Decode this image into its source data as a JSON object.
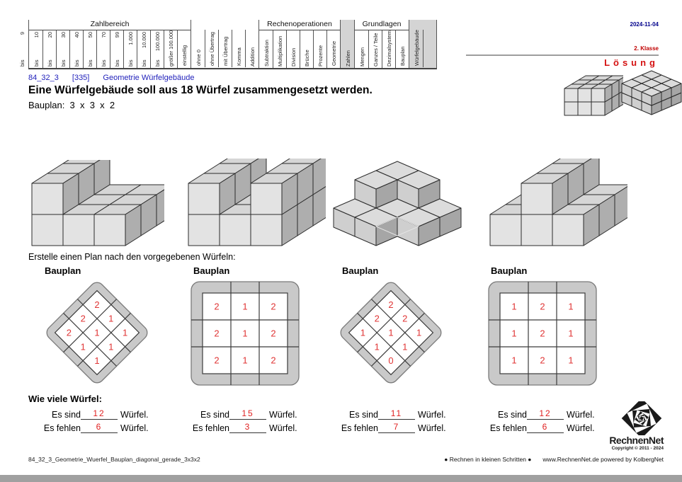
{
  "page": {
    "date": "2024-11-04",
    "klasse": "2. Klasse",
    "loesung": "Lösung",
    "code": "84_32_3",
    "number": "[335]",
    "topic": "Geometrie Würfelgebäude",
    "task_title": "Eine Würfelgebäude soll aus 18 Würfel zusammengesetzt werden.",
    "bauplan_line": "Bauplan:  3  x  3  x  2",
    "instruction": "Erstelle einen Plan nach den vorgegebenen Würfeln:",
    "question_title": "Wie viele Würfel:",
    "footer_left": "84_32_3_Geometrie_Wuerfel_Bauplan_diagonal_gerade_3x3x2",
    "footer_motto": "● Rechnen in kleinen Schritten ●",
    "footer_site": "www.RechnenNet.de powered by KolbergNet",
    "logo_text": "RechnenNet",
    "logo_copyright": "Copyright © 2011 - 2024"
  },
  "header_table": {
    "groups": [
      {
        "label": "Zahlbereich",
        "highlight": false,
        "cols": [
          [
            "bis",
            "9"
          ],
          [
            "bis",
            "10"
          ],
          [
            "bis",
            "20"
          ],
          [
            "bis",
            "30"
          ],
          [
            "bis",
            "40"
          ],
          [
            "bis",
            "50"
          ],
          [
            "bis",
            "70"
          ],
          [
            "bis",
            "99"
          ],
          [
            "bis",
            "1.000"
          ],
          [
            "bis",
            "10.000"
          ],
          [
            "bis",
            "100.000"
          ],
          [
            "größer 100.000"
          ]
        ]
      },
      {
        "label": "",
        "highlight": false,
        "cols": [
          [
            "einstellig"
          ],
          [
            "ohne 0"
          ],
          [
            "ohne Übertrag"
          ],
          [
            "mit Übertrag"
          ],
          [
            "Komma"
          ]
        ]
      },
      {
        "label": "Rechenoperationen",
        "highlight": false,
        "cols": [
          [
            "Addition"
          ],
          [
            "Subtraktion"
          ],
          [
            "Multiplikation"
          ],
          [
            "Division"
          ],
          [
            "Brüche"
          ],
          [
            "Prozente"
          ]
        ]
      },
      {
        "label": "",
        "highlight": true,
        "cols": [
          [
            "Geometrie"
          ]
        ]
      },
      {
        "label": "Grundlagen",
        "highlight": false,
        "cols": [
          [
            "Zahlen"
          ],
          [
            "Mengen"
          ],
          [
            "Ganzes / Teile"
          ],
          [
            "Dezimalsystem"
          ]
        ]
      },
      {
        "label": "",
        "highlight": true,
        "cols": [
          [
            "Bauplan"
          ],
          [
            "Würfelgebäude"
          ]
        ]
      }
    ]
  },
  "reference_models": [
    {
      "view": "straight",
      "heights": [
        [
          2,
          2,
          2
        ],
        [
          2,
          2,
          2
        ],
        [
          2,
          2,
          2
        ]
      ]
    },
    {
      "view": "diagonal",
      "heights": [
        [
          2,
          2,
          2
        ],
        [
          2,
          2,
          2
        ],
        [
          2,
          2,
          2
        ]
      ]
    }
  ],
  "buildings": [
    {
      "view": "straight",
      "heights": [
        [
          2,
          1,
          1
        ],
        [
          2,
          1,
          1
        ],
        [
          2,
          1,
          1
        ]
      ]
    },
    {
      "view": "straight",
      "heights": [
        [
          2,
          1,
          2
        ],
        [
          2,
          1,
          2
        ],
        [
          2,
          1,
          2
        ]
      ]
    },
    {
      "view": "diagonal",
      "heights": [
        [
          2,
          2,
          1
        ],
        [
          2,
          1,
          1
        ],
        [
          1,
          1,
          0
        ]
      ]
    },
    {
      "view": "straight",
      "heights": [
        [
          1,
          2,
          1
        ],
        [
          1,
          2,
          1
        ],
        [
          1,
          2,
          1
        ]
      ]
    }
  ],
  "plans": [
    {
      "label": "Bauplan",
      "shape": "diamond",
      "grid": [
        [
          2,
          1,
          1
        ],
        [
          2,
          1,
          1
        ],
        [
          2,
          1,
          1
        ]
      ]
    },
    {
      "label": "Bauplan",
      "shape": "square",
      "grid": [
        [
          2,
          1,
          2
        ],
        [
          2,
          1,
          2
        ],
        [
          2,
          1,
          2
        ]
      ]
    },
    {
      "label": "Bauplan",
      "shape": "diamond",
      "grid": [
        [
          2,
          2,
          1
        ],
        [
          2,
          1,
          1
        ],
        [
          1,
          1,
          0
        ]
      ]
    },
    {
      "label": "Bauplan",
      "shape": "square",
      "grid": [
        [
          1,
          2,
          1
        ],
        [
          1,
          2,
          1
        ],
        [
          1,
          2,
          1
        ]
      ]
    }
  ],
  "answers": {
    "sind_label": "Es sind",
    "fehlen_label": "Es fehlen",
    "wuerfel_label": "Würfel.",
    "items": [
      {
        "sind": "12",
        "fehlen": "6"
      },
      {
        "sind": "15",
        "fehlen": "3"
      },
      {
        "sind": "11",
        "fehlen": "7"
      },
      {
        "sind": "12",
        "fehlen": "6"
      }
    ]
  },
  "graphics": {
    "straight_colors": {
      "front": "#e3e3e3",
      "top": "#d6d6d6",
      "side": "#aeaeae",
      "stroke": "#2b2b2b"
    },
    "diagonal_colors": {
      "top": "#dcdcdc",
      "left": "#cfcfcf",
      "right": "#a6a6a6",
      "stroke": "#2b2b2b",
      "ghost": "#e3e3e3"
    },
    "plan_colors": {
      "frame": "#c9c9c9",
      "frame_stroke": "#7a7a7a",
      "grid": "#3b3b3b",
      "cell": "#ffffff",
      "number": "#e03535"
    },
    "accent_red": "#e02020",
    "accent_blue": "#2222bb"
  }
}
